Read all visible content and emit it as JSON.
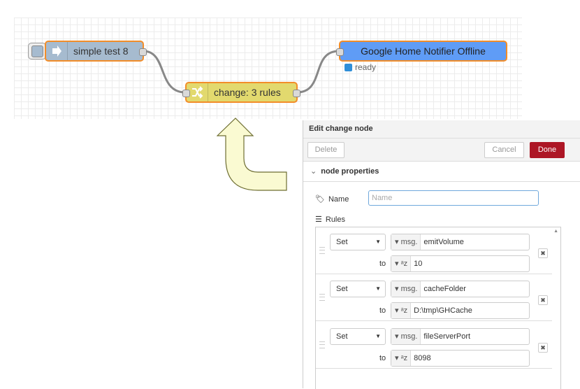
{
  "flow": {
    "inject_node": {
      "label": "simple test 8",
      "color": "#a6bbcf"
    },
    "change_node": {
      "label": "change: 3 rules",
      "color": "#e2d96e"
    },
    "notifier_node": {
      "label": "Google Home Notifier Offline",
      "color": "#5f9cf6",
      "status": "ready",
      "status_color": "#2f8ed8"
    }
  },
  "panel": {
    "title": "Edit change node",
    "delete_label": "Delete",
    "cancel_label": "Cancel",
    "done_label": "Done",
    "section_label": "node properties",
    "name_label": "Name",
    "name_placeholder": "Name",
    "name_value": "",
    "rules_label": "Rules",
    "rules": [
      {
        "action": "Set",
        "prop_type": "msg.",
        "prop": "emitVolume",
        "to_label": "to",
        "value_type_icon": "string-az-icon",
        "value": "10"
      },
      {
        "action": "Set",
        "prop_type": "msg.",
        "prop": "cacheFolder",
        "to_label": "to",
        "value_type_icon": "string-az-icon",
        "value": "D:\\tmp\\GHCache"
      },
      {
        "action": "Set",
        "prop_type": "msg.",
        "prop": "fileServerPort",
        "to_label": "to",
        "value_type_icon": "string-az-icon",
        "value": "8098"
      }
    ]
  },
  "colors": {
    "node_border": "#f28d29",
    "done_button": "#ad1625",
    "arrow_fill": "#fafad2"
  }
}
